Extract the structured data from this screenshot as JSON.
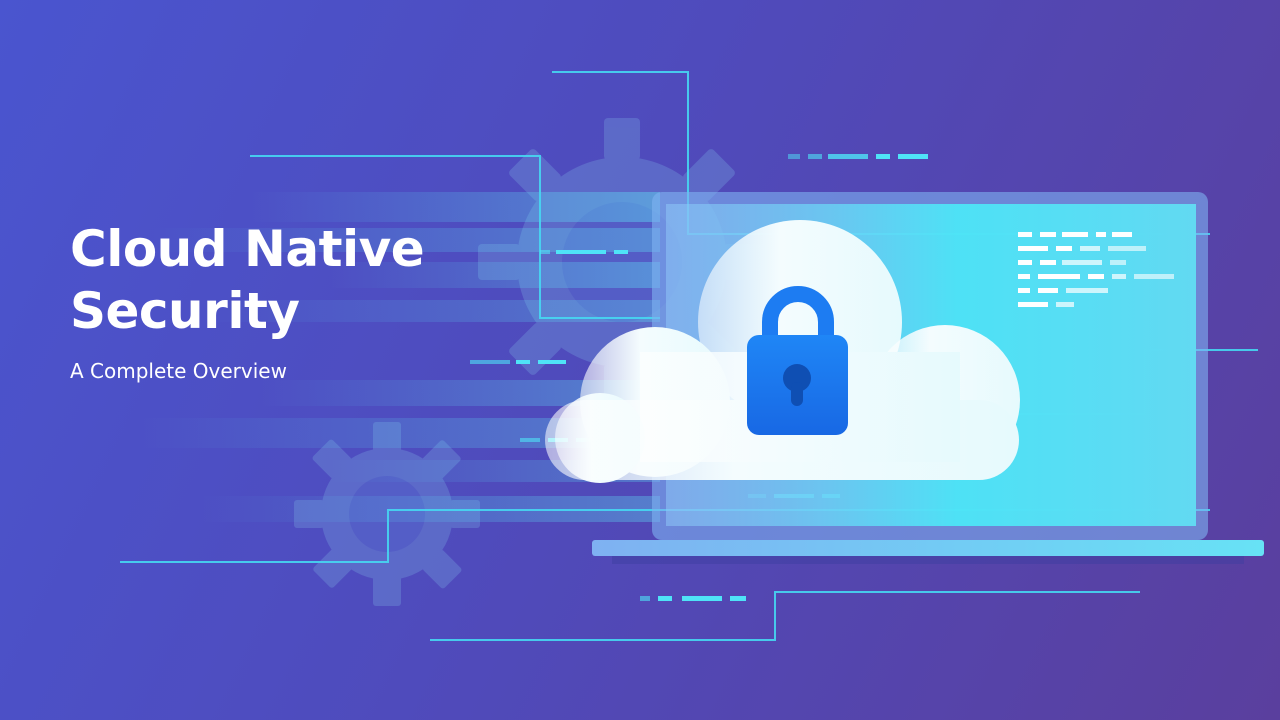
{
  "hero": {
    "title_line1": "Cloud Native",
    "title_line2": "Security",
    "subtitle": "A Complete Overview"
  },
  "colors": {
    "background_start": "#4a55cf",
    "background_end": "#5a3f9e",
    "accent_cyan": "#3fe0f5",
    "lock_blue": "#1d7cf2",
    "cloud_white": "#f2fbfd"
  },
  "icons": [
    "gear-icon",
    "cloud-icon",
    "padlock-icon",
    "laptop-icon"
  ]
}
